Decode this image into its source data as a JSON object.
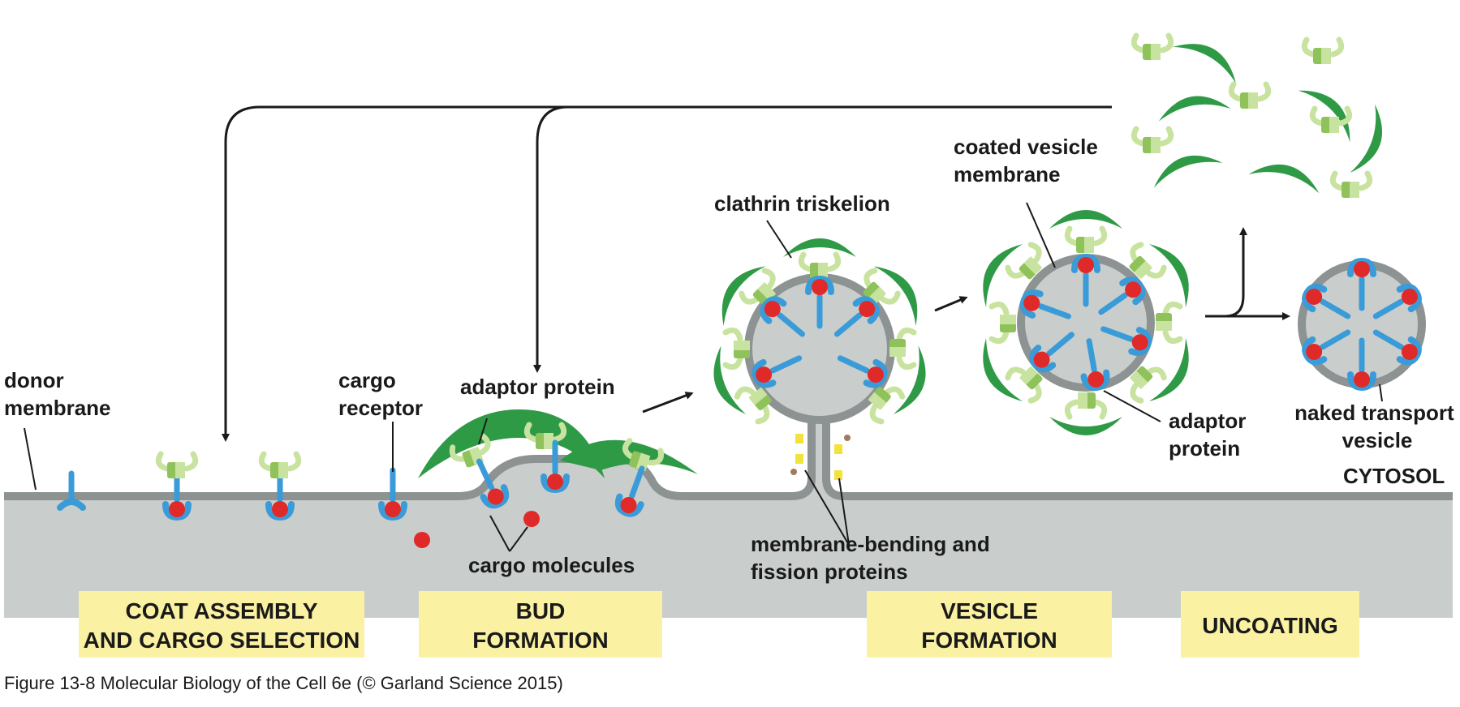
{
  "labels": {
    "donor_membrane": [
      "donor",
      "membrane"
    ],
    "cargo_receptor": [
      "cargo",
      "receptor"
    ],
    "adaptor_protein_top": "adaptor protein",
    "cargo_molecules": "cargo molecules",
    "clathrin_triskelion": "clathrin triskelion",
    "coated_vesicle_membrane": [
      "coated vesicle",
      "membrane"
    ],
    "membrane_bending": [
      "membrane-bending and",
      "fission proteins"
    ],
    "adaptor_protein_right": [
      "adaptor",
      "protein"
    ],
    "naked_transport_vesicle": [
      "naked transport",
      "vesicle"
    ],
    "cytosol": "CYTOSOL"
  },
  "stages": [
    {
      "line1": "COAT ASSEMBLY",
      "line2": "AND CARGO SELECTION"
    },
    {
      "line1": "BUD",
      "line2": "FORMATION"
    },
    {
      "line1": "VESICLE",
      "line2": "FORMATION"
    },
    {
      "line1": "UNCOATING",
      "line2": ""
    }
  ],
  "caption": "Figure 13-8  Molecular Biology of the Cell 6e (© Garland Science 2015)",
  "colors": {
    "lumen": "#c9cdcb",
    "membrane": "#8d9292",
    "clathrin": "#2f9a46",
    "adaptor_dark": "#8fc25a",
    "adaptor_light": "#c8e3a0",
    "receptor": "#3a9bd9",
    "cargo": "#e02a2a",
    "stage_box": "#fbf1a2",
    "bending_protein": "#f2e23a"
  }
}
